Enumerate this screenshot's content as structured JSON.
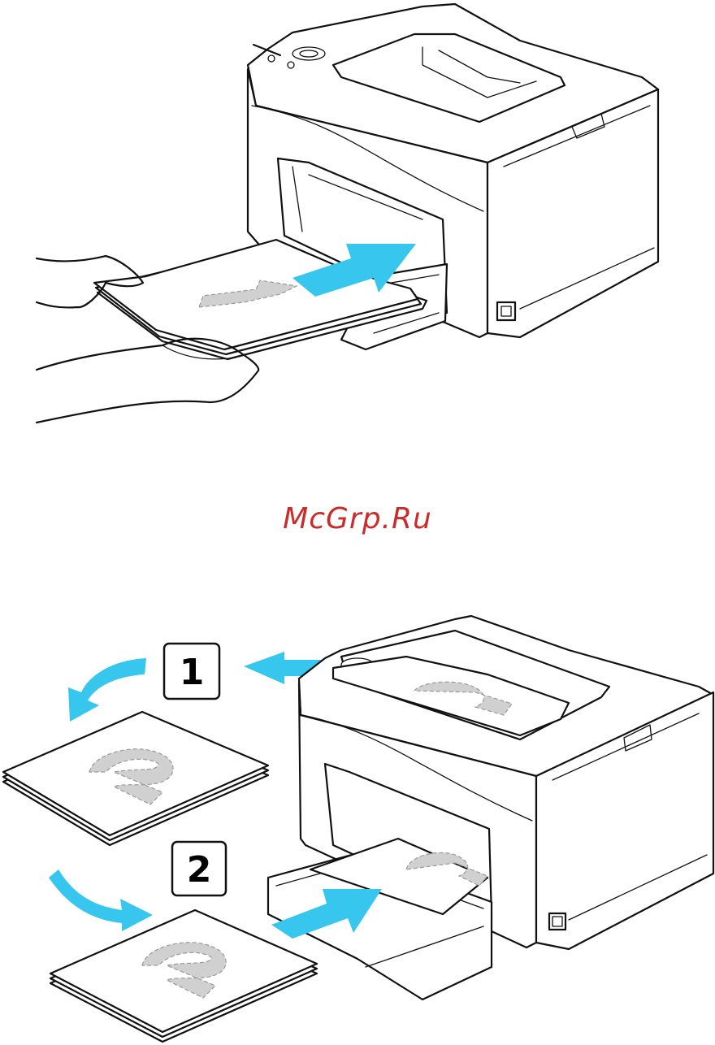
{
  "watermark": {
    "text": "McGrp.Ru",
    "color": "#cc2b2b"
  },
  "colors": {
    "arrow": "#36c6ee",
    "outline": "#111111",
    "paper_mark": "#b9b9b9"
  },
  "top_figure": {
    "paper_mark": "1",
    "icons": [
      "printer-icon",
      "paper-stack-icon",
      "hands-icon",
      "insert-arrow-icon"
    ]
  },
  "bottom_figure": {
    "steps": [
      {
        "number": "1"
      },
      {
        "number": "2"
      }
    ],
    "paper_mark": "2",
    "icons": [
      "printer-icon",
      "paper-stack-icon",
      "flip-arrow-icon",
      "insert-arrow-icon",
      "eject-arrow-icon"
    ]
  }
}
